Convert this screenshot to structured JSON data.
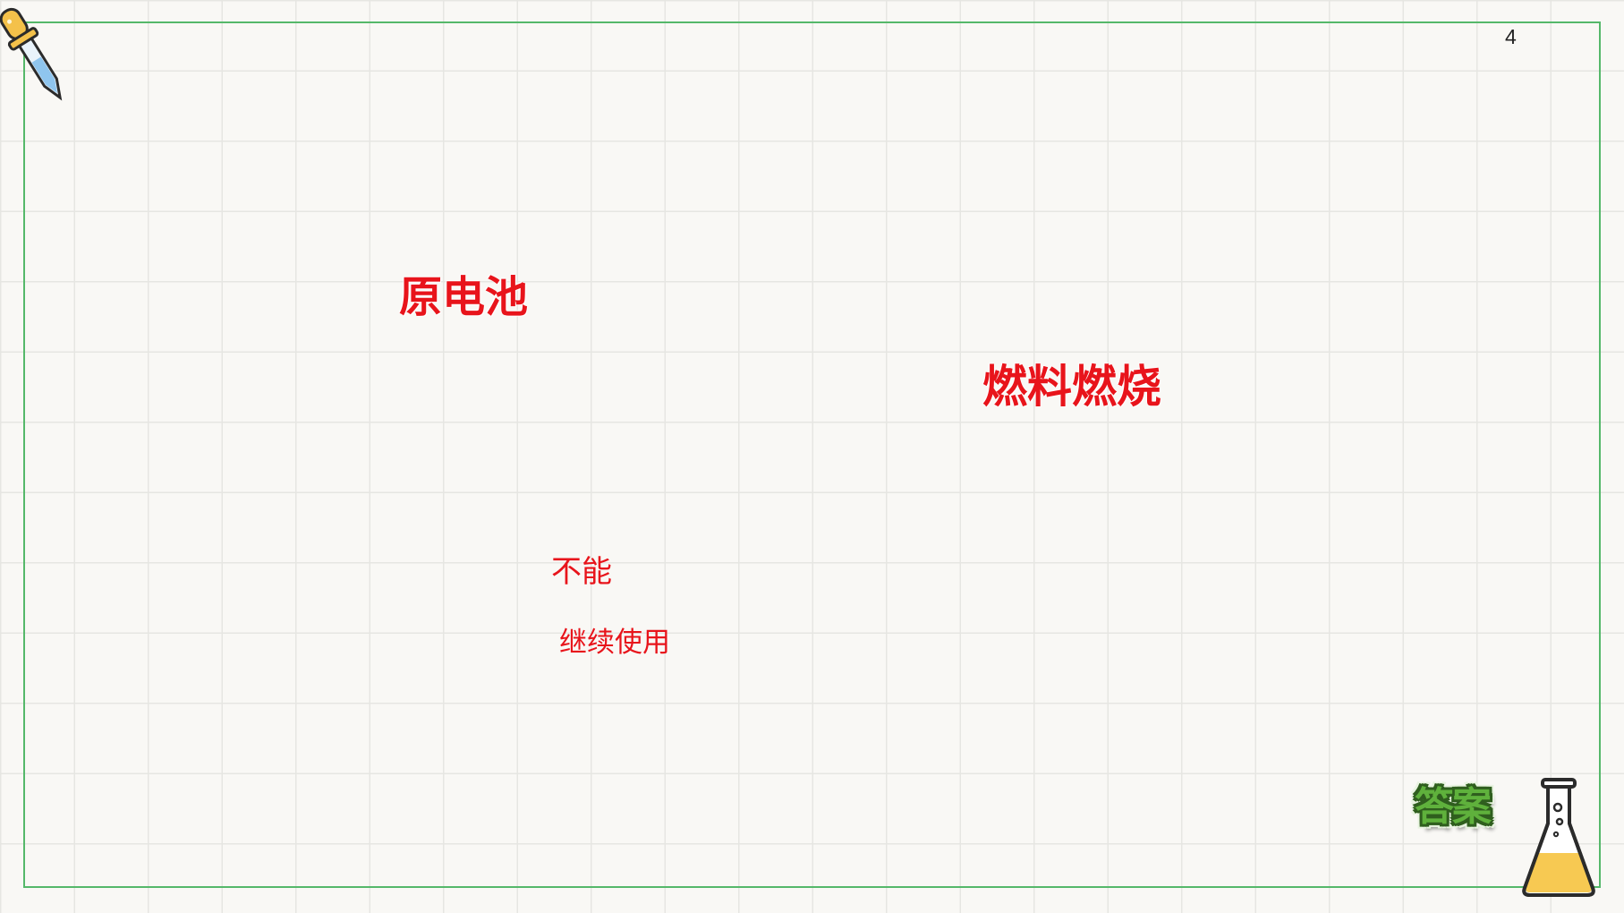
{
  "slide": {
    "page_number": "4",
    "answers": [
      "原电池",
      "燃料燃烧",
      "不能",
      "继续使用"
    ],
    "answer_button_label": "答案"
  },
  "colors": {
    "frame": "#55b86a",
    "answer_text": "#e8141b",
    "button_fill": "#5fb13c",
    "button_outline": "#2f5e1e"
  },
  "icons": {
    "top_left": "dropper-icon",
    "bottom_right": "flask-icon"
  }
}
